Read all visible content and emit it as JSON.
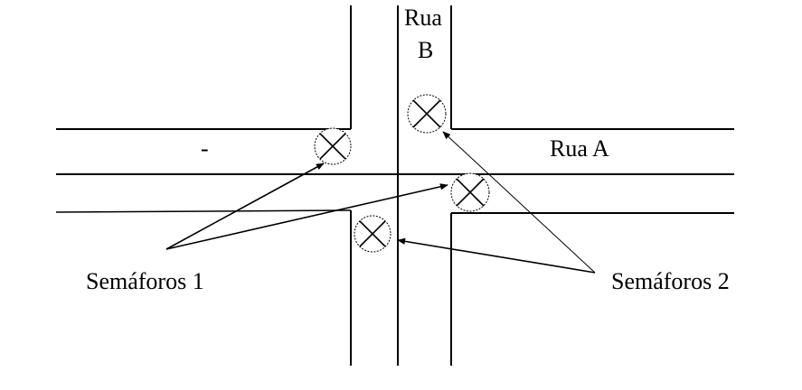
{
  "labels": {
    "street_b_line1": "Rua",
    "street_b_line2": "B",
    "street_a": "Rua A",
    "dash": "-",
    "lights_1": "Semáforos 1",
    "lights_2": "Semáforos 2"
  },
  "traffic_lights": [
    {
      "name": "traffic-light-top-center",
      "group": "Semáforos 2"
    },
    {
      "name": "traffic-light-left",
      "group": "Semáforos 1"
    },
    {
      "name": "traffic-light-right",
      "group": "Semáforos 1"
    },
    {
      "name": "traffic-light-bottom-center",
      "group": "Semáforos 2"
    }
  ]
}
